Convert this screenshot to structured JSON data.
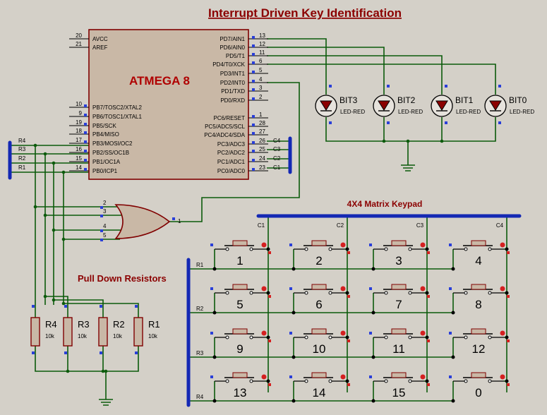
{
  "title": "Interrupt Driven Key Identification",
  "mcu": {
    "name": "ATMEGA 8",
    "left_pins": [
      {
        "num": "20",
        "name": "AVCC"
      },
      {
        "num": "21",
        "name": "AREF"
      },
      {
        "num": "10",
        "name": "PB7/TOSC2/XTAL2"
      },
      {
        "num": "9",
        "name": "PB6/TOSC1/XTAL1"
      },
      {
        "num": "19",
        "name": "PB5/SCK"
      },
      {
        "num": "18",
        "name": "PB4/MISO"
      },
      {
        "num": "17",
        "name": "PB3/MOSI/OC2"
      },
      {
        "num": "16",
        "name": "PB2/SS/OC1B"
      },
      {
        "num": "15",
        "name": "PB1/OC1A"
      },
      {
        "num": "14",
        "name": "PB0/ICP1"
      }
    ],
    "right_pins": [
      {
        "num": "13",
        "name": "PD7/AIN1"
      },
      {
        "num": "12",
        "name": "PD6/AIN0"
      },
      {
        "num": "11",
        "name": "PD5/T1"
      },
      {
        "num": "6",
        "name": "PD4/T0/XCK"
      },
      {
        "num": "5",
        "name": "PD3/INT1"
      },
      {
        "num": "4",
        "name": "PD2/INT0"
      },
      {
        "num": "3",
        "name": "PD1/TXD"
      },
      {
        "num": "2",
        "name": "PD0/RXD"
      },
      {
        "num": "1",
        "name": "PC6/RESET"
      },
      {
        "num": "28",
        "name": "PC5/ADC5/SCL"
      },
      {
        "num": "27",
        "name": "PC4/ADC4/SDA"
      },
      {
        "num": "26",
        "name": "PC3/ADC3"
      },
      {
        "num": "25",
        "name": "PC2/ADC2"
      },
      {
        "num": "24",
        "name": "PC1/ADC1"
      },
      {
        "num": "23",
        "name": "PC0/ADC0"
      }
    ]
  },
  "row_bus_labels": [
    "R4",
    "R3",
    "R2",
    "R1"
  ],
  "col_bus_labels": [
    "C4",
    "C3",
    "C2",
    "C1"
  ],
  "or_gate": {
    "inputs": [
      "2",
      "3",
      "4",
      "5"
    ],
    "output": "1"
  },
  "leds": [
    {
      "name": "BIT3",
      "type": "LED-RED"
    },
    {
      "name": "BIT2",
      "type": "LED-RED"
    },
    {
      "name": "BIT1",
      "type": "LED-RED"
    },
    {
      "name": "BIT0",
      "type": "LED-RED"
    }
  ],
  "keypad": {
    "title": "4X4 Matrix Keypad",
    "columns": [
      "C1",
      "C2",
      "C3",
      "C4"
    ],
    "rows": [
      "R1",
      "R2",
      "R3",
      "R4"
    ],
    "keys": [
      [
        "1",
        "2",
        "3",
        "4"
      ],
      [
        "5",
        "6",
        "7",
        "8"
      ],
      [
        "9",
        "10",
        "11",
        "12"
      ],
      [
        "13",
        "14",
        "15",
        "0"
      ]
    ]
  },
  "resistors": {
    "title": "Pull Down Resistors",
    "items": [
      {
        "name": "R4",
        "value": "10k"
      },
      {
        "name": "R3",
        "value": "10k"
      },
      {
        "name": "R2",
        "value": "10k"
      },
      {
        "name": "R1",
        "value": "10k"
      }
    ]
  },
  "colors": {
    "background": "#d4d0c8",
    "title": "#8b0000",
    "wire": "#0b5a0b",
    "bus": "#1428b4",
    "body_fill": "#c9b8a6",
    "body_stroke": "#800000",
    "pin_marker": "#2a3fd8",
    "switch_red": "#d42020",
    "led_fill": "#8b0000"
  }
}
